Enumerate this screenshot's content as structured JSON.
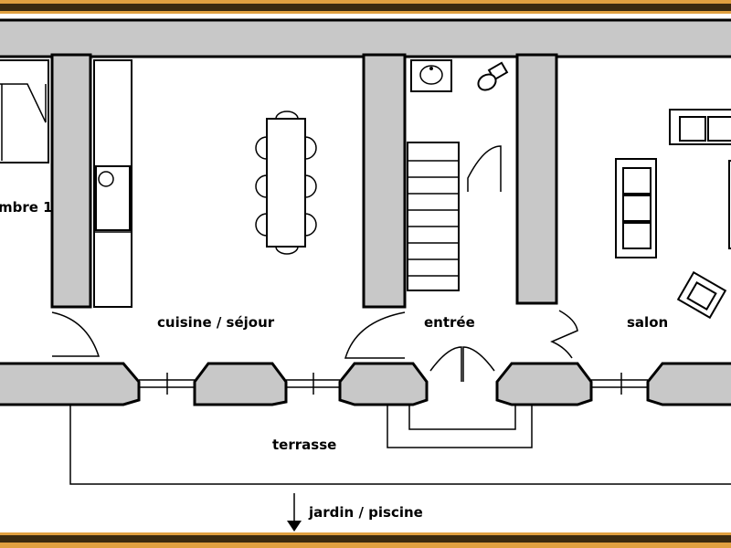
{
  "rooms": {
    "bedroom_fragment": "mbre 1",
    "kitchen_living": "cuisine / séjour",
    "entrance": "entrée",
    "lounge": "salon",
    "terrace": "terrasse",
    "garden": "jardin / piscine"
  },
  "colors": {
    "border_outer": "#e0a040",
    "border_inner": "#3a2a10",
    "wall_fill": "#c8c8c8",
    "stroke": "#000000"
  },
  "icons": {
    "arrow": "arrow-down-icon"
  }
}
